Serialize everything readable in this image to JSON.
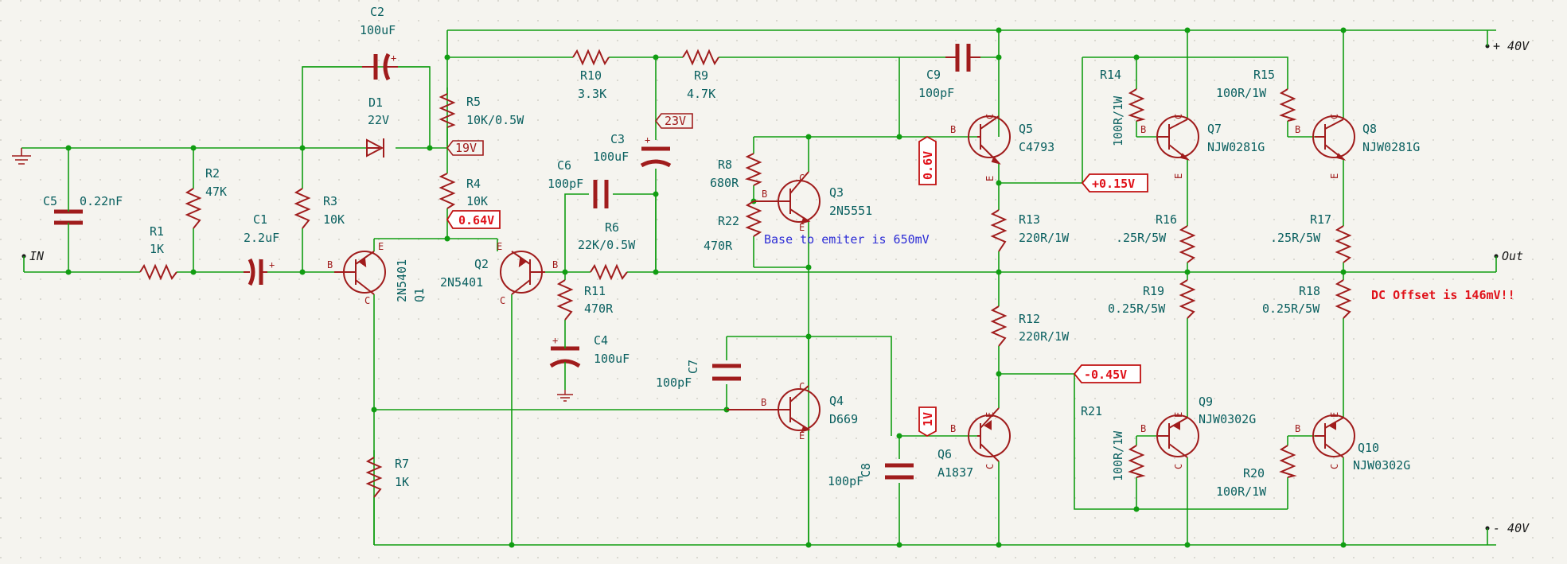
{
  "ports": {
    "in": "IN",
    "out": "Out",
    "vpos": "+ 40V",
    "vneg": "- 40V"
  },
  "notes": {
    "base_emitter": "Base to emiter is 650mV",
    "dc_offset": "DC Offset is 146mV!!"
  },
  "voltage_flags": {
    "v19": "19V",
    "v064": "0.64V",
    "v23": "23V",
    "v06": "0.6V",
    "v015": "+0.15V",
    "vm045": "-0.45V",
    "v1": "1V"
  },
  "components": {
    "C2": {
      "ref": "C2",
      "value": "100uF"
    },
    "D1": {
      "ref": "D1",
      "value": "22V"
    },
    "R10": {
      "ref": "R10",
      "value": "3.3K"
    },
    "R9": {
      "ref": "R9",
      "value": "4.7K"
    },
    "C9": {
      "ref": "C9",
      "value": "100pF"
    },
    "R5": {
      "ref": "R5",
      "value": "10K/0.5W"
    },
    "R4": {
      "ref": "R4",
      "value": "10K"
    },
    "C3": {
      "ref": "C3",
      "value": "100uF"
    },
    "C5": {
      "ref": "C5",
      "value": "0.22nF"
    },
    "R2": {
      "ref": "R2",
      "value": "47K"
    },
    "R3": {
      "ref": "R3",
      "value": "10K"
    },
    "R1": {
      "ref": "R1",
      "value": "1K"
    },
    "C1": {
      "ref": "C1",
      "value": "2.2uF"
    },
    "Q1": {
      "ref": "Q1",
      "value": "2N5401"
    },
    "Q2": {
      "ref": "Q2",
      "value": "2N5401"
    },
    "C6": {
      "ref": "C6",
      "value": "100pF"
    },
    "R6": {
      "ref": "R6",
      "value": "22K/0.5W"
    },
    "R11": {
      "ref": "R11",
      "value": "470R"
    },
    "C4": {
      "ref": "C4",
      "value": "100uF"
    },
    "R8": {
      "ref": "R8",
      "value": "680R"
    },
    "R22": {
      "ref": "R22",
      "value": "470R"
    },
    "Q3": {
      "ref": "Q3",
      "value": "2N5551"
    },
    "Q5": {
      "ref": "Q5",
      "value": "C4793"
    },
    "R13": {
      "ref": "R13",
      "value": "220R/1W"
    },
    "R12": {
      "ref": "R12",
      "value": "220R/1W"
    },
    "C7": {
      "ref": "C7",
      "value": "100pF"
    },
    "Q4": {
      "ref": "Q4",
      "value": "D669"
    },
    "C8": {
      "ref": "C8",
      "value": "100pF"
    },
    "Q6": {
      "ref": "Q6",
      "value": "A1837"
    },
    "R7": {
      "ref": "R7",
      "value": "1K"
    },
    "R14": {
      "ref": "R14",
      "value": "100R/1W"
    },
    "R15": {
      "ref": "R15",
      "value": "100R/1W"
    },
    "Q7": {
      "ref": "Q7",
      "value": "NJW0281G"
    },
    "Q8": {
      "ref": "Q8",
      "value": "NJW0281G"
    },
    "R16": {
      "ref": "R16",
      "value": ".25R/5W"
    },
    "R17": {
      "ref": "R17",
      "value": ".25R/5W"
    },
    "R19": {
      "ref": "R19",
      "value": "0.25R/5W"
    },
    "R18": {
      "ref": "R18",
      "value": "0.25R/5W"
    },
    "R21": {
      "ref": "R21",
      "value": "100R/1W"
    },
    "R20": {
      "ref": "R20",
      "value": "100R/1W"
    },
    "Q9": {
      "ref": "Q9",
      "value": "NJW0302G"
    },
    "Q10": {
      "ref": "Q10",
      "value": "NJW0302G"
    }
  },
  "pins": {
    "b": "B",
    "c": "C",
    "e": "E"
  }
}
